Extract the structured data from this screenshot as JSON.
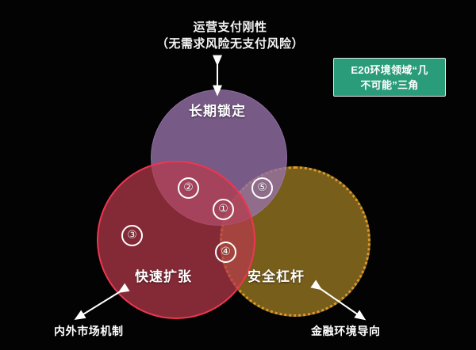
{
  "diagram": {
    "title_caption": "运营支付刚性\n（无需求风险无支付风险）",
    "legend": {
      "text": "E20环境领域“几\n不可能”三角",
      "background_color": "#2a9c7a",
      "border_color": "#e8e8e8",
      "text_color": "#ffffff"
    },
    "circles": [
      {
        "id": "long-term-lock",
        "label": "长期锁定",
        "fill_color": "#9670a8",
        "border_color": "#a882ba",
        "border_style": "solid"
      },
      {
        "id": "rapid-expansion",
        "label": "快速扩张",
        "fill_color": "#b73a4c",
        "border_color": "#ef3650",
        "border_style": "solid"
      },
      {
        "id": "safe-leverage",
        "label": "安全杠杆",
        "fill_color": "#967622",
        "border_color": "#e09a2a",
        "border_style": "dotted"
      }
    ],
    "badges": [
      {
        "id": "badge-1",
        "number": "①",
        "region": "all-three-overlap"
      },
      {
        "id": "badge-2",
        "number": "②",
        "region": "purple-red-overlap"
      },
      {
        "id": "badge-3",
        "number": "③",
        "region": "red-only"
      },
      {
        "id": "badge-4",
        "number": "④",
        "region": "red-gold-overlap"
      },
      {
        "id": "badge-5",
        "number": "⑤",
        "region": "purple-gold-overlap"
      }
    ],
    "callouts": [
      {
        "id": "callout-top",
        "text": "运营支付刚性\n（无需求风险无支付风险）",
        "arrow": "double-vertical"
      },
      {
        "id": "callout-left",
        "text": "内外市场机制",
        "arrow": "double-diagonal"
      },
      {
        "id": "callout-right",
        "text": "金融环境导向",
        "arrow": "double-diagonal"
      }
    ],
    "label_bottom_left": "内外市场机制",
    "label_bottom_right": "金融环境导向",
    "background_color": "#030303",
    "arrow_color": "#ffffff"
  }
}
